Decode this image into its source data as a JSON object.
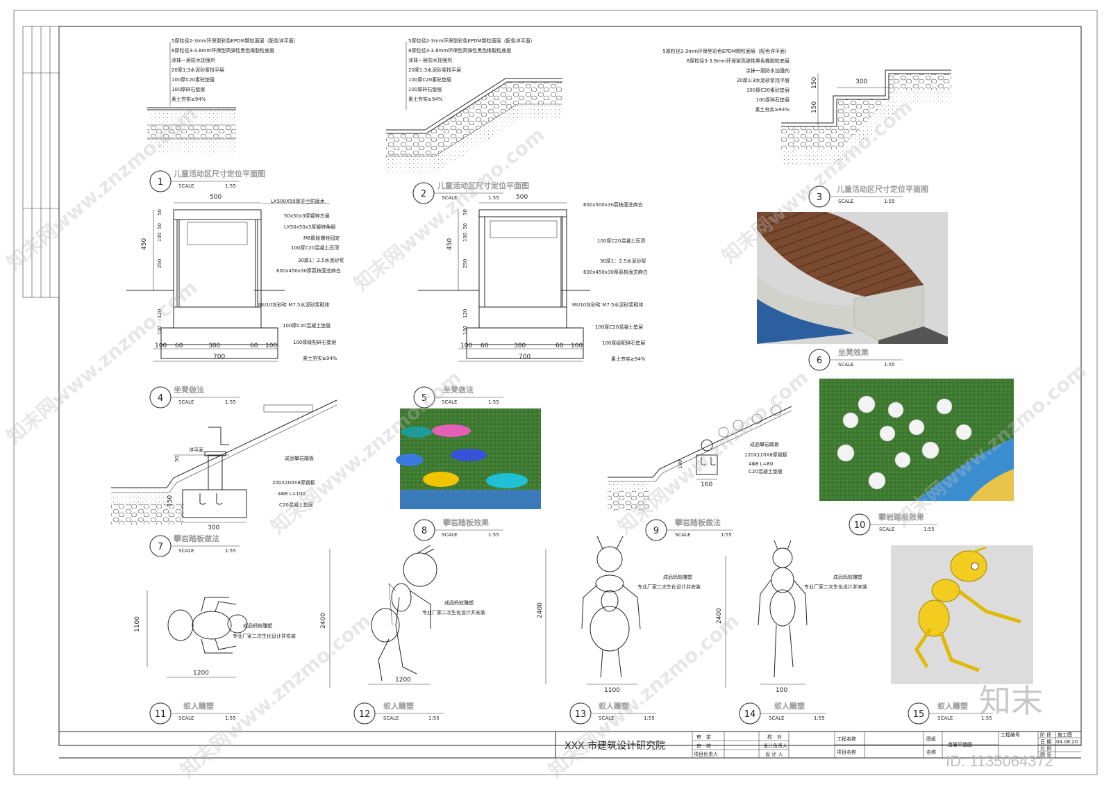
{
  "details": {
    "d1": {
      "num": "1",
      "title": "儿童活动区尺寸定位平面图",
      "scale_label": "SCALE",
      "scale": "1:55"
    },
    "d2": {
      "num": "2",
      "title": "儿童活动区尺寸定位平面图",
      "scale_label": "SCALE",
      "scale": "1:55"
    },
    "d3": {
      "num": "3",
      "title": "儿童活动区尺寸定位平面图",
      "scale_label": "SCALE",
      "scale": "1:55"
    },
    "d4": {
      "num": "4",
      "title": "坐凳做法",
      "scale_label": "SCALE",
      "scale": "1:55"
    },
    "d5": {
      "num": "5",
      "title": "坐凳做法",
      "scale_label": "SCALE",
      "scale": "1:55"
    },
    "d6": {
      "num": "6",
      "title": "坐凳效果",
      "scale_label": "SCALE",
      "scale": "1:55"
    },
    "d7": {
      "num": "7",
      "title": "攀岩踏板做法",
      "scale_label": "SCALE",
      "scale": "1:55"
    },
    "d8": {
      "num": "8",
      "title": "攀岩踏板效果",
      "scale_label": "SCALE",
      "scale": "1:55"
    },
    "d9": {
      "num": "9",
      "title": "攀岩踏板做法",
      "scale_label": "SCALE",
      "scale": "1:55"
    },
    "d10": {
      "num": "10",
      "title": "攀岩踏板效果",
      "scale_label": "SCALE",
      "scale": "1:55"
    },
    "d11": {
      "num": "11",
      "title": "蚁人雕塑",
      "scale_label": "SCALE",
      "scale": "1:55"
    },
    "d12": {
      "num": "12",
      "title": "蚁人雕塑",
      "scale_label": "SCALE",
      "scale": "1:55"
    },
    "d13": {
      "num": "13",
      "title": "蚁人雕塑",
      "scale_label": "SCALE",
      "scale": "1:55"
    },
    "d14": {
      "num": "14",
      "title": "蚁人雕塑",
      "scale_label": "SCALE",
      "scale": "1:55"
    },
    "d15": {
      "num": "15",
      "title": "蚁人雕塑",
      "scale_label": "SCALE",
      "scale": "1:55"
    }
  },
  "layers": [
    "5厚粒径2-3mm环保型彩色EPDM颗粒面层（配色详平面）",
    "8厚粒径3-3.8mm环保型高弹性黑色橡胶粒底层",
    "涂抹一层防水加强剂",
    "20厚1:3水泥砂浆找平层",
    "100厚C20素砼垫层",
    "100厚碎石垫层",
    "素土夯实≥94%"
  ],
  "bench_a": {
    "top": "LX500X50厚芬兰防腐木",
    "tube": "50x50x3厚镀锌方通",
    "angle": "LX50x50x3厚镀锌角钢",
    "bolt": "M8膨胀螺栓固定",
    "cap": "100厚C20混凝土压顶",
    "mortar": "30厚1：2.5水泥砂浆",
    "granite": "600x450x30厚荔枝面芝麻白"
  },
  "bench_b": {
    "top": "600x500x30荔枝面芝麻白",
    "cap": "100厚C20混凝土压顶",
    "mortar": "30厚1：2.5水泥砂浆",
    "granite": "600x450x30厚荔枝面芝麻白"
  },
  "bench_common": {
    "wall": "MU10灰砂砖 M7.5水泥砂浆砌体",
    "base": "100厚C20混凝土垫层",
    "gravel": "100厚级配碎石垫层",
    "soil": "素土夯实≥94%"
  },
  "dims": {
    "w500": "500",
    "h450": "450",
    "d50": "50",
    "d100": "100",
    "d250": "250",
    "d120": "120",
    "b100": "100",
    "b60": "60",
    "b380": "380",
    "w700": "700",
    "s300": "300",
    "s150": "150",
    "c300": "300",
    "c150": "150",
    "c50": "50",
    "c160": "160",
    "c100": "100",
    "a1100": "1100",
    "a1200": "1200",
    "a2400": "2400"
  },
  "climb": {
    "level": "详平面",
    "board": "成品攀岩踏板",
    "plate200": "200X200X8厚钢板",
    "bar200": "4Φ8 L=100",
    "conc": "C20混凝土垫层",
    "plate120": "120X120X8厚钢板",
    "bar120": "4Φ8 L=80",
    "conc2": "C20混凝土垫层"
  },
  "ant": {
    "label1": "成品蚂蚁雕塑",
    "label2": "专业厂家二次生化设计并安装"
  },
  "titleblock": {
    "institute": "XXX 市建筑设计研究院",
    "shending": "审　定",
    "jiaodui": "校　对",
    "shenhe": "审　核",
    "sheji_fz": "设计负责人",
    "xiangmu_fz": "项目负责人",
    "sheji": "设 计 人",
    "gongcheng": "工程名称",
    "xiangmu": "项目名称",
    "tuzhi": "图纸",
    "mingcheng": "名称",
    "drawing_name": "首层平面图",
    "gcbh": "工程编号",
    "jieduan": "阶 段",
    "stage": "施工图",
    "riqi": "日 期",
    "date": "04.08.20",
    "bili": "比 例",
    "tuhao": "图 号"
  },
  "watermark": {
    "text": "知末网www.znzmo.com",
    "logo": "知末",
    "id": "ID: 1135064372"
  }
}
